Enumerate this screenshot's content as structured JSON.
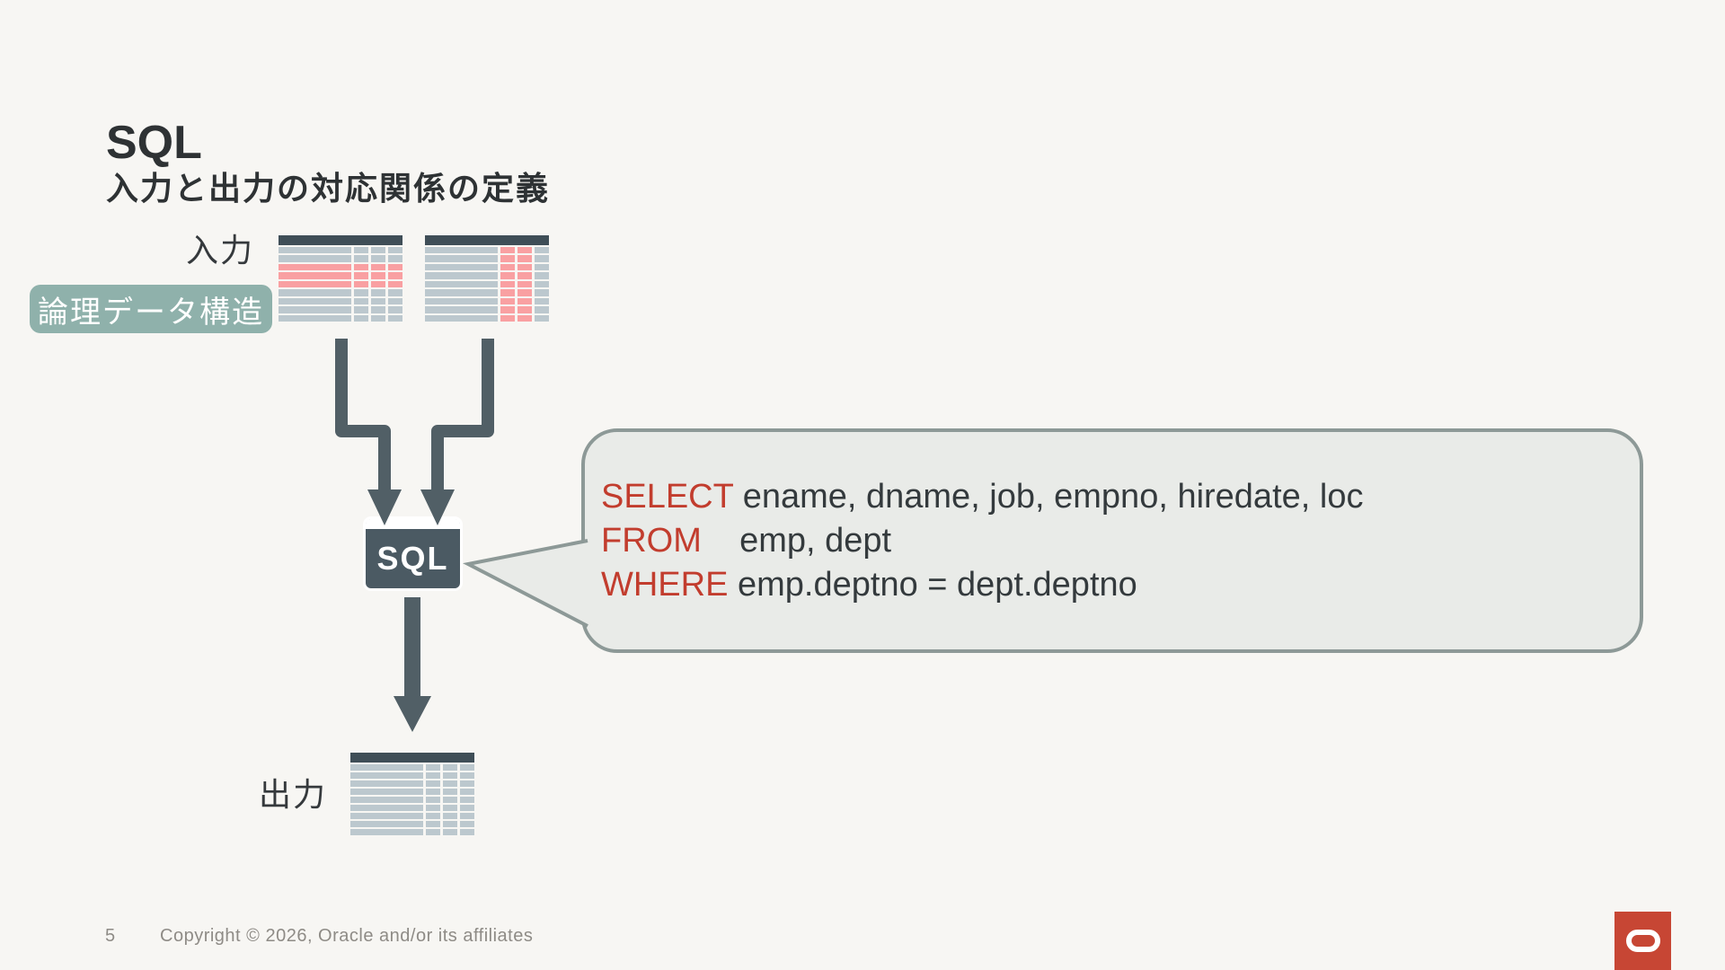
{
  "header": {
    "title": "SQL",
    "subtitle": "入力と出力の対応関係の定義"
  },
  "diagram": {
    "input_label": "入力",
    "output_label": "出力",
    "badge_label": "論理データ構造",
    "sql_box_label": "SQL",
    "tables": [
      {
        "id": "input-table-1",
        "name": "input-table-emp",
        "pink_rows": [
          3,
          4,
          5
        ],
        "pink_cols": []
      },
      {
        "id": "input-table-2",
        "name": "input-table-dept",
        "pink_rows": [],
        "pink_cols": [
          1,
          2
        ]
      },
      {
        "id": "output-table",
        "name": "output-result-table",
        "pink_rows": [],
        "pink_cols": []
      }
    ],
    "table_rows": 9,
    "table_cols": 4
  },
  "bubble": {
    "lines": [
      {
        "kw": "SELECT",
        "rest": " ename, dname, job, empno, hiredate, loc"
      },
      {
        "kw": "FROM",
        "rest": "    emp, dept"
      },
      {
        "kw": "WHERE",
        "rest": " emp.deptno = dept.deptno"
      }
    ]
  },
  "footer": {
    "page_number": "5",
    "copyright": "Copyright © 2026, Oracle and/or its affiliates"
  },
  "colors": {
    "background": "#f7f6f3",
    "slate_dark": "#515f66",
    "table_header": "#3f4e57",
    "table_gray": "#bcc8ce",
    "table_pink": "#f9a0a2",
    "badge_green": "#8fb1ab",
    "bubble_fill": "#e9ebe8",
    "bubble_border": "#8d9997",
    "keyword_red": "#c23d2e",
    "oracle_red": "#c74634"
  }
}
